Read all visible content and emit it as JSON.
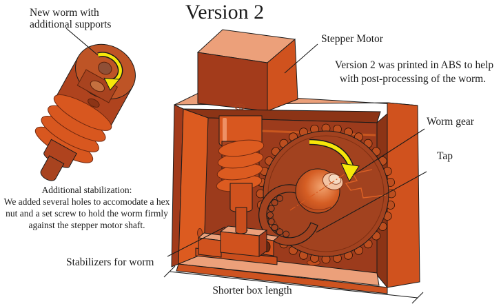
{
  "title": "Version 2",
  "labels": {
    "new_worm_line1": "New worm with",
    "new_worm_line2": "additional supports",
    "stepper_motor": "Stepper Motor",
    "abs_note_line1": "Version 2 was printed in ABS to help",
    "abs_note_line2": "with post-processing of the worm.",
    "worm_gear": "Worm gear",
    "tap": "Tap",
    "stab_note_line1": "Additional stabilization:",
    "stab_note_line2": "We added several holes to accomodate a hex",
    "stab_note_line3": "nut and a set screw to hold the worm firmly",
    "stab_note_line4": "against the stepper motor shaft.",
    "stabilizers": "Stabilizers for worm",
    "box_length": "Shorter box length"
  },
  "icons": {
    "rotation_arrow_gear": "rotation-arrow-icon",
    "rotation_arrow_worm": "rotation-arrow-icon"
  },
  "colors": {
    "plastic_light": "#ECA07A",
    "plastic_bright": "#D8571F",
    "plastic_dark": "#A33B1B",
    "interior": "#9C3B1C",
    "arrow_yellow": "#F6E70A",
    "outline": "#1A1A1A"
  }
}
